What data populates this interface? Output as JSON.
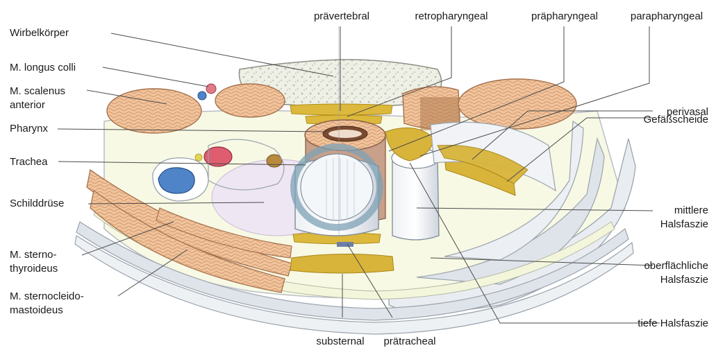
{
  "labels": {
    "top": {
      "praevertebral": "prävertebral",
      "retropharyngeal": "retropharyngeal",
      "praepharyngeal": "präpharyngeal",
      "parapharyngeal": "parapharyngeal"
    },
    "left": {
      "wirbelkoerper": "Wirbelkörper",
      "longus_colli": "M. longus colli",
      "scalenus_1": "M. scalenus",
      "scalenus_2": "anterior",
      "pharynx": "Pharynx",
      "trachea": "Trachea",
      "schilddruese": "Schilddrüse",
      "sternothyroideus_1": "M. sterno-",
      "sternothyroideus_2": "thyroideus",
      "sternocleido_1": "M. sternocleido-",
      "sternocleido_2": "mastoideus"
    },
    "right": {
      "perivasal": "perivasal",
      "gefaessscheide": "Gefäßscheide",
      "mittlere_1": "mittlere",
      "mittlere_2": "Halsfaszie",
      "oberflaechliche_1": "oberflächliche",
      "oberflaechliche_2": "Halsfaszie",
      "tiefe": "tiefe Halsfaszie"
    },
    "bottom": {
      "substernal": "substernal",
      "praetracheal": "prätracheal"
    }
  }
}
